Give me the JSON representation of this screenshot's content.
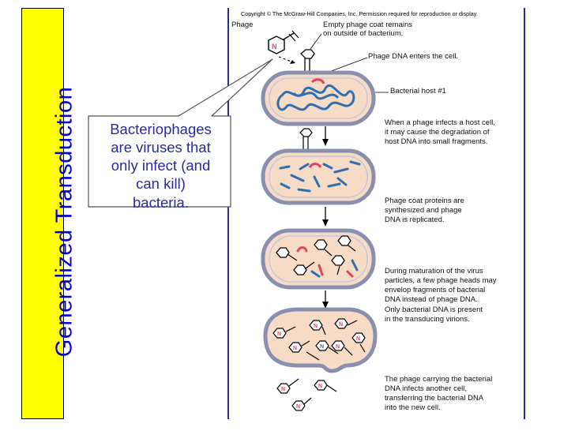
{
  "title": "Generalized Transduction",
  "copyright": "Copyright © The McGraw-Hill Companies, Inc. Permission required for reproduction or display.",
  "labels": {
    "phage": "Phage",
    "empty_coat": "Empty phage coat remains\non outside of bacterium.",
    "dna_enters": "Phage DNA enters the cell.",
    "host": "Bacterial host #1"
  },
  "steps": [
    "When a phage infects a host cell,\nit may cause the degradation of\nhost DNA into small fragments.",
    "Phage coat proteins are\nsynthesized and phage\nDNA is replicated.",
    "During maturation of the virus\nparticles, a few phage heads may\nenvelop fragments of bacterial\nDNA instead of phage DNA.\nOnly bacterial DNA is present\nin the transducing virions.",
    "The phage carrying the bacterial\nDNA infects another cell,\ntransferring the bacterial DNA\ninto the new cell."
  ],
  "callout": "Bacteriophages\nare viruses that\nonly infect (and\ncan kill)\nbacteria.",
  "colors": {
    "title_bg": "#ffff00",
    "title_text": "#0000cc",
    "callout_text": "#2a2aa0",
    "cell_fill": "#f6dcc6",
    "cell_wall": "#8a8fb0",
    "bacterial_dna": "#2f6fb0",
    "phage_dna": "#e0445a"
  }
}
